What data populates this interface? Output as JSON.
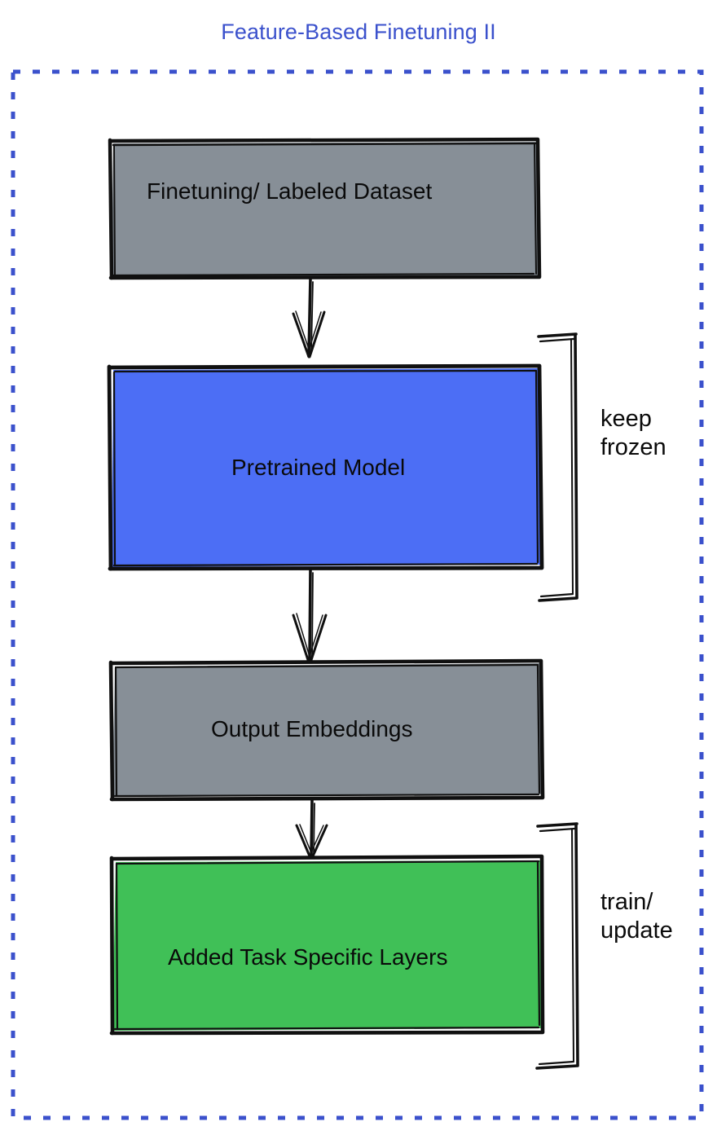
{
  "diagram": {
    "title": "Feature-Based Finetuning II",
    "title_color": "#3b51cc",
    "frame": {
      "style": "dashed",
      "color": "#3b51cc"
    },
    "nodes": [
      {
        "id": "finetuning-dataset",
        "label": "Finetuning/ Labeled Dataset",
        "fill": "#878f97",
        "stroke": "#101010",
        "text_color": "#0a0a0a"
      },
      {
        "id": "pretrained-model",
        "label": "Pretrained Model",
        "fill": "#4c6ef5",
        "stroke": "#101010",
        "text_color": "#0a0a0a"
      },
      {
        "id": "output-embeddings",
        "label": "Output Embeddings",
        "fill": "#878f97",
        "stroke": "#101010",
        "text_color": "#0a0a0a"
      },
      {
        "id": "added-task-specific-layers",
        "label": "Added Task Specific Layers",
        "fill": "#40c057",
        "stroke": "#101010",
        "text_color": "#0a0a0a"
      }
    ],
    "edges": [
      {
        "id": "edge-dataset-to-model",
        "from": "finetuning-dataset",
        "to": "pretrained-model",
        "arrow": "down"
      },
      {
        "id": "edge-model-to-embeddings",
        "from": "pretrained-model",
        "to": "output-embeddings",
        "arrow": "down"
      },
      {
        "id": "edge-embeddings-to-layers",
        "from": "output-embeddings",
        "to": "added-task-specific-layers",
        "arrow": "down"
      }
    ],
    "annotations": [
      {
        "id": "keep-frozen",
        "lines": [
          "keep",
          "frozen"
        ],
        "target": "pretrained-model",
        "bracket": "right"
      },
      {
        "id": "train-update",
        "lines": [
          "train/",
          "update"
        ],
        "target": "added-task-specific-layers",
        "bracket": "right"
      }
    ]
  }
}
